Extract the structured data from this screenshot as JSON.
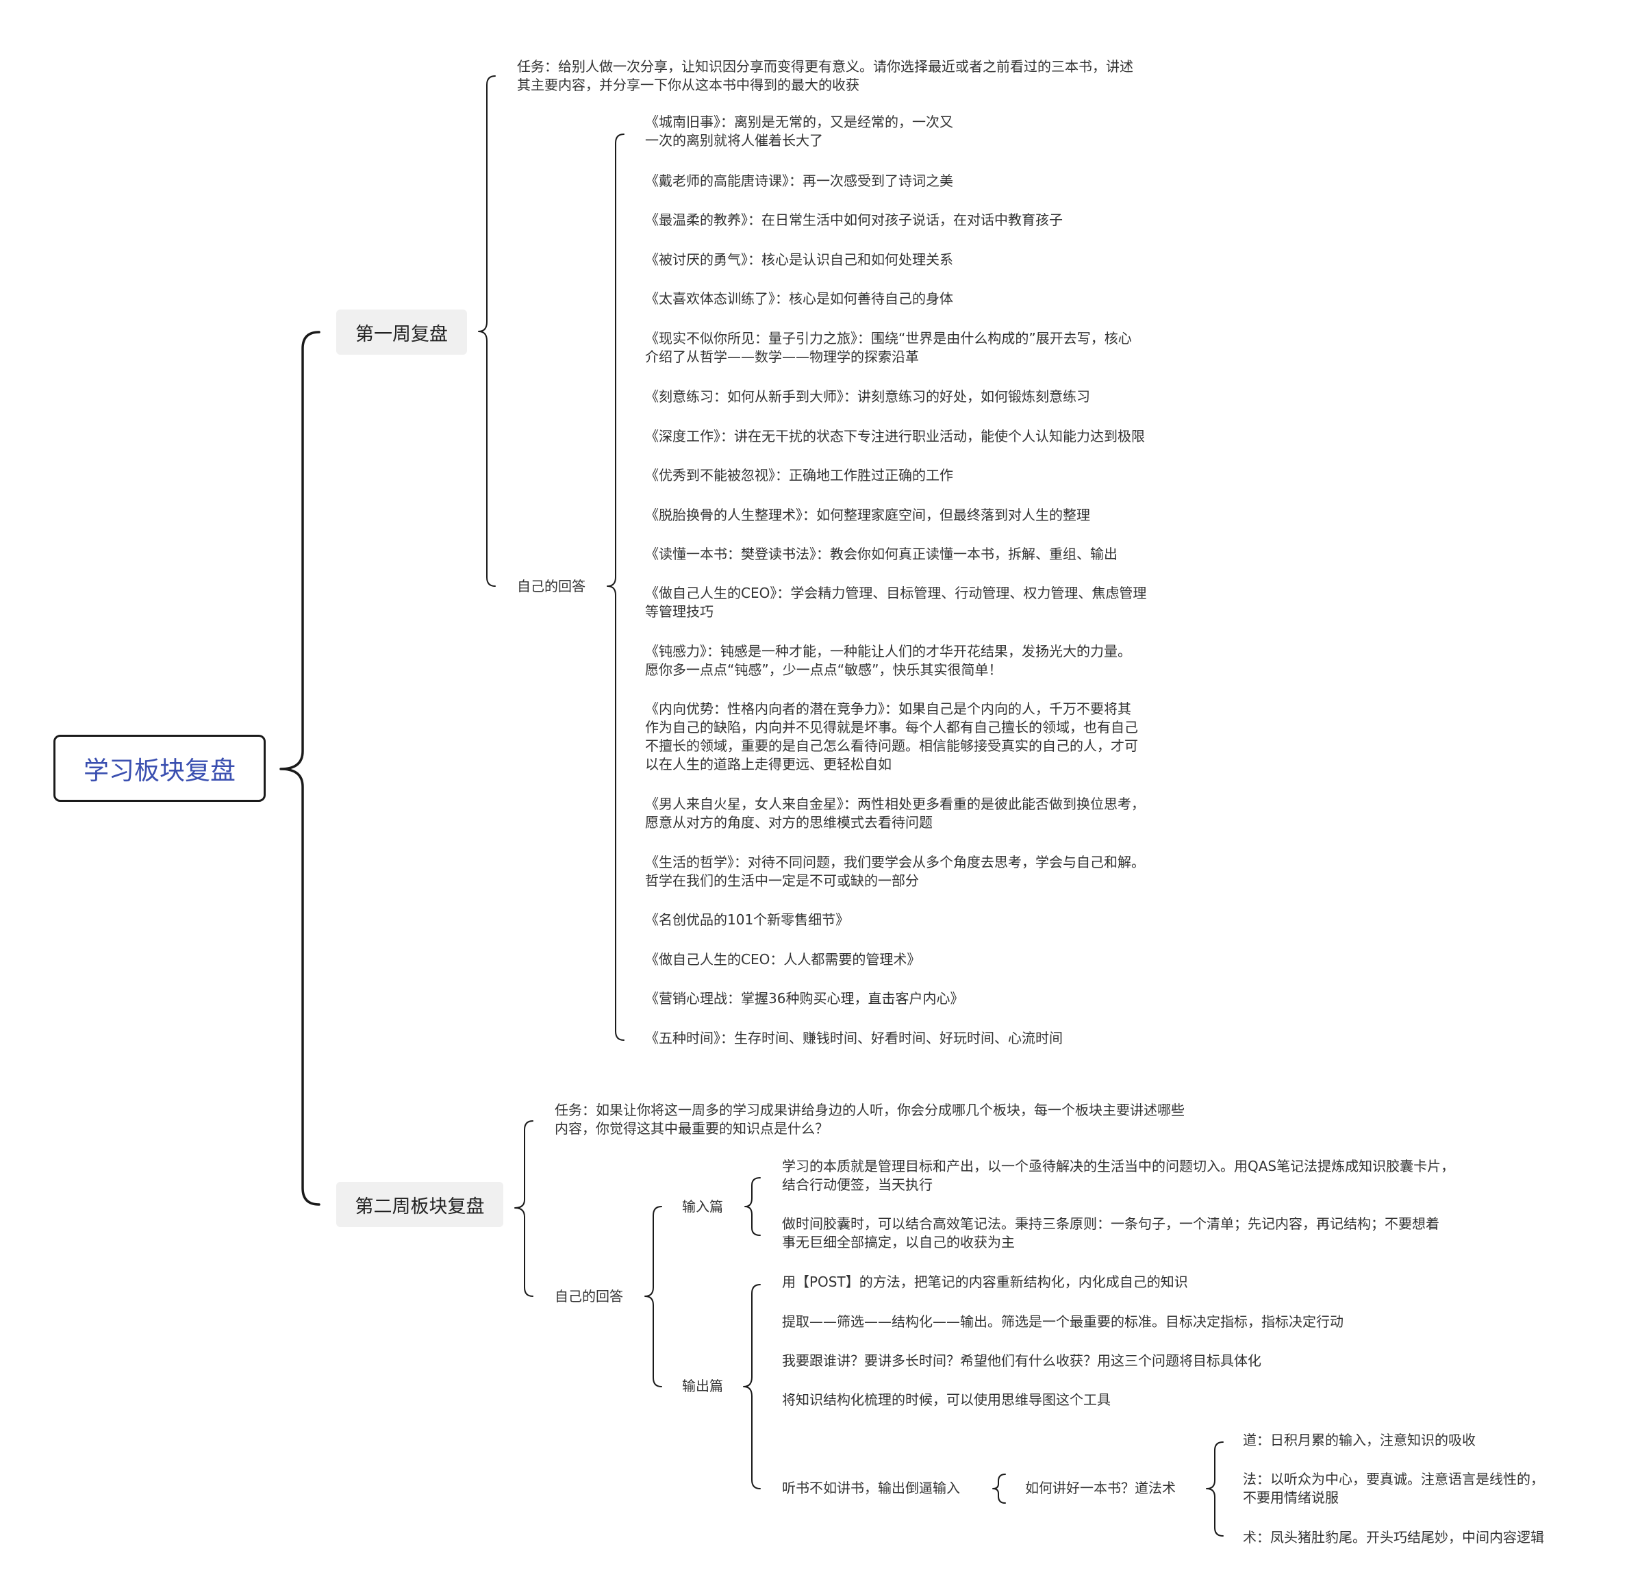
{
  "root": {
    "title": "学习板块复盘"
  },
  "week1": {
    "title": "第一周复盘",
    "task": "任务：给别人做一次分享，让知识因分享而变得更有意义。请你选择最近或者之前看过的三本书，讲述\n其主要内容，并分享一下你从这本书中得到的最大的收获",
    "answer_label": "自己的回答",
    "books": [
      "《城南旧事》：离别是无常的，又是经常的，一次又\n一次的离别就将人催着长大了",
      "《戴老师的高能唐诗课》：再一次感受到了诗词之美",
      "《最温柔的教养》：在日常生活中如何对孩子说话，在对话中教育孩子",
      "《被讨厌的勇气》：核心是认识自己和如何处理关系",
      "《太喜欢体态训练了》：核心是如何善待自己的身体",
      "《现实不似你所见：量子引力之旅》：围绕“世界是由什么构成的”展开去写，核心\n介绍了从哲学——数学——物理学的探索沿革",
      "《刻意练习：如何从新手到大师》：讲刻意练习的好处，如何锻炼刻意练习",
      "《深度工作》：讲在无干扰的状态下专注进行职业活动，能使个人认知能力达到极限",
      "《优秀到不能被忽视》：正确地工作胜过正确的工作",
      "《脱胎换骨的人生整理术》：如何整理家庭空间，但最终落到对人生的整理",
      "《读懂一本书：樊登读书法》：教会你如何真正读懂一本书，拆解、重组、输出",
      "《做自己人生的CEO》：学会精力管理、目标管理、行动管理、权力管理、焦虑管理\n等管理技巧",
      "《钝感力》：钝感是一种才能，一种能让人们的才华开花结果，发扬光大的力量。\n愿你多一点点“钝感”，少一点点“敏感”，快乐其实很简单！",
      "《内向优势：性格内向者的潜在竞争力》：如果自己是个内向的人，千万不要将其\n作为自己的缺陷，内向并不见得就是坏事。每个人都有自己擅长的领域，也有自己\n不擅长的领域，重要的是自己怎么看待问题。相信能够接受真实的自己的人，才可\n以在人生的道路上走得更远、更轻松自如",
      "《男人来自火星，女人来自金星》：两性相处更多看重的是彼此能否做到换位思考，\n愿意从对方的角度、对方的思维模式去看待问题",
      "《生活的哲学》：对待不同问题，我们要学会从多个角度去思考，学会与自己和解。\n哲学在我们的生活中一定是不可或缺的一部分",
      "《名创优品的101个新零售细节》",
      "《做自己人生的CEO：人人都需要的管理术》",
      "《营销心理战：掌握36种购买心理，直击客户内心》",
      "《五种时间》：生存时间、赚钱时间、好看时间、好玩时间、心流时间"
    ]
  },
  "week2": {
    "title": "第二周板块复盘",
    "task": "任务：如果让你将这一周多的学习成果讲给身边的人听，你会分成哪几个板块，每一个板块主要讲述哪些\n内容，你觉得这其中最重要的知识点是什么？",
    "answer_label": "自己的回答",
    "input": {
      "label": "输入篇",
      "items": [
        "学习的本质就是管理目标和产出，以一个亟待解决的生活当中的问题切入。用QAS笔记法提炼成知识胶囊卡片，\n结合行动便签，当天执行",
        "做时间胶囊时，可以结合高效笔记法。秉持三条原则：一条句子，一个清单；先记内容，再记结构；不要想着\n事无巨细全部搞定，以自己的收获为主"
      ]
    },
    "output": {
      "label": "输出篇",
      "items": [
        "用【POST】的方法，把笔记的内容重新结构化，内化成自己的知识",
        "提取——筛选——结构化——输出。筛选是一个最重要的标准。目标决定指标，指标决定行动",
        "我要跟谁讲？要讲多长时间？希望他们有什么收获？用这三个问题将目标具体化",
        "将知识结构化梳理的时候，可以使用思维导图这个工具"
      ],
      "listen": "听书不如讲书，输出倒逼输入",
      "how": "如何讲好一本书？道法术",
      "dao_fa_shu": [
        "道：日积月累的输入，注意知识的吸收",
        "法：以听众为中心，要真诚。注意语言是线性的，\n不要用情绪说服",
        "术：凤头猪肚豹尾。开头巧结尾妙，中间内容逻辑"
      ]
    }
  }
}
